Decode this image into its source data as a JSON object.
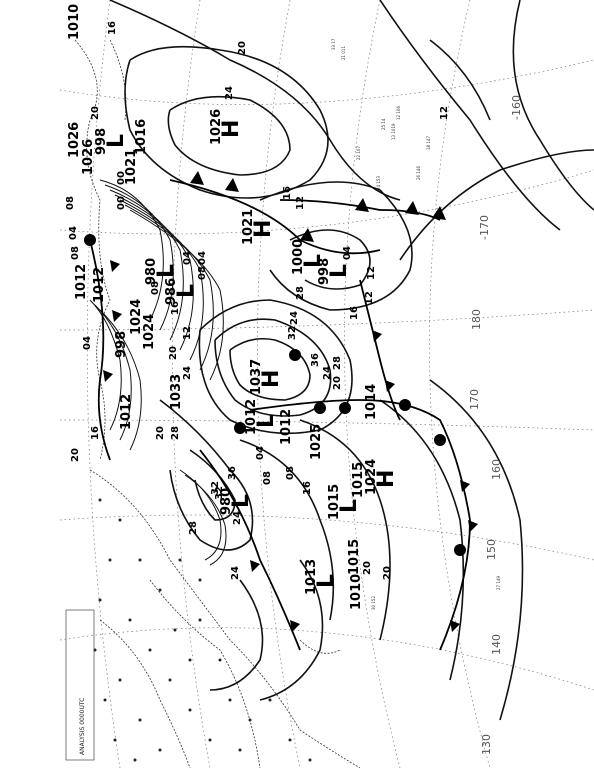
{
  "map": {
    "header_text": "ANALYSIS 0000UTC",
    "longitude_labels": [
      "-160",
      "-170",
      "180",
      "170",
      "160",
      "150",
      "140",
      "130"
    ],
    "isobar_labels": [
      "16",
      "20",
      "24",
      "20",
      "12",
      "08",
      "04",
      "00",
      "08",
      "04",
      "16",
      "20",
      "24",
      "28",
      "32",
      "36",
      "28",
      "24",
      "20",
      "16",
      "12",
      "08",
      "04",
      "00",
      "04",
      "08",
      "12",
      "16",
      "20",
      "24",
      "28",
      "32",
      "12",
      "16",
      "04",
      "12",
      "08",
      "16",
      "20",
      "24",
      "28",
      "32",
      "36",
      "20",
      "24",
      "08",
      "04",
      "20"
    ],
    "centers": [
      {
        "type": "H",
        "pressure": "1026"
      },
      {
        "type": "H",
        "pressure": "1037"
      },
      {
        "type": "H",
        "pressure": "1024"
      },
      {
        "type": "H",
        "pressure": "1021"
      },
      {
        "type": "L",
        "pressure": "1000"
      },
      {
        "type": "L",
        "pressure": "998"
      },
      {
        "type": "L",
        "pressure": "980"
      },
      {
        "type": "L",
        "pressure": "986"
      },
      {
        "type": "L",
        "pressure": "980"
      },
      {
        "type": "L",
        "pressure": "1012"
      },
      {
        "type": "L",
        "pressure": "1013"
      },
      {
        "type": "L",
        "pressure": "1015"
      },
      {
        "type": "L",
        "pressure": "998"
      }
    ],
    "pressure_labels": [
      "1010",
      "1026",
      "1026",
      "1016",
      "1021",
      "1012",
      "1012",
      "1024",
      "1024",
      "998",
      "1033",
      "1012",
      "1025",
      "1014",
      "1015",
      "1012",
      "1010",
      "1015"
    ],
    "station_obs": [
      "27 149",
      "25 14",
      "13 1019",
      "26 146",
      "33 17",
      "21 011",
      "24 153",
      "22 107",
      "12 106",
      "18 147",
      "30 152"
    ]
  }
}
